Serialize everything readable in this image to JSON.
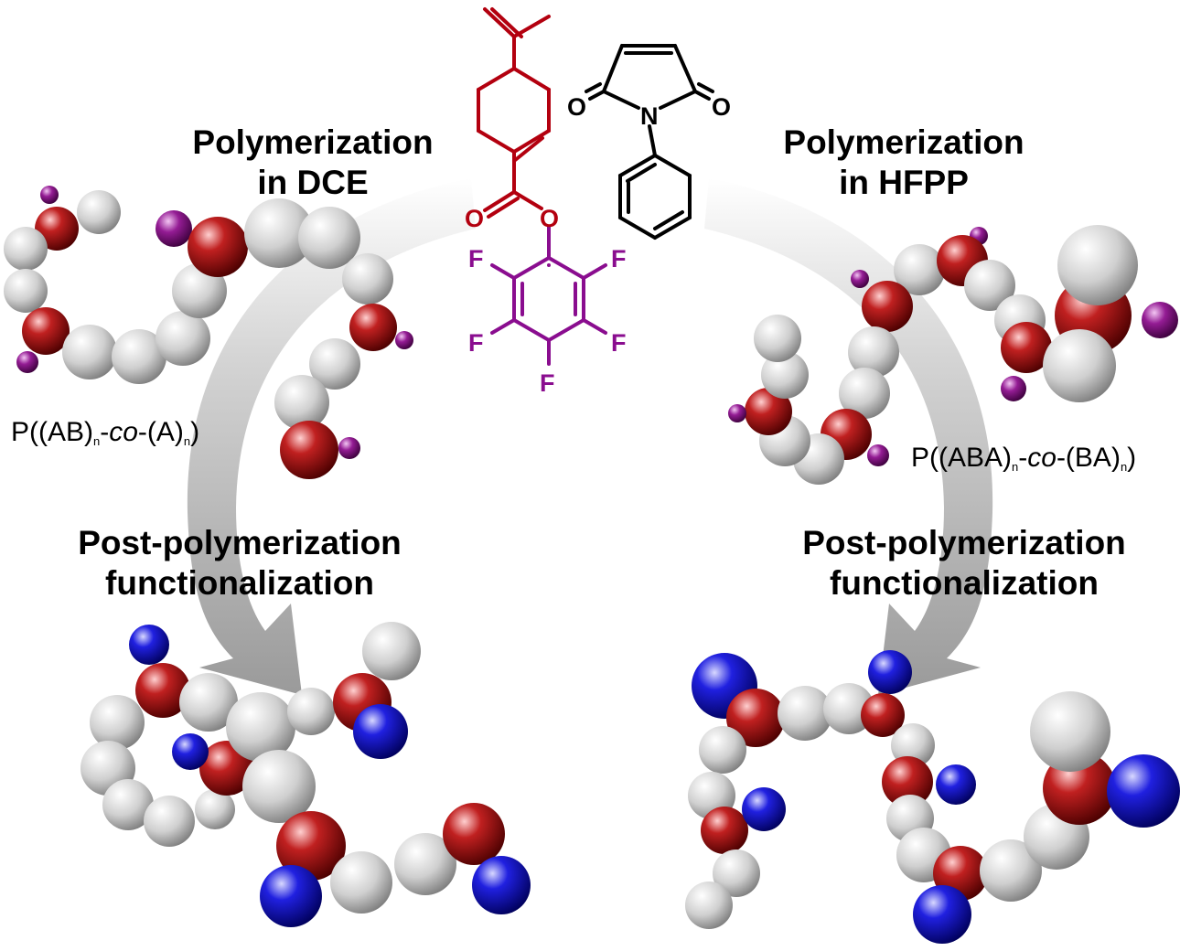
{
  "left": {
    "heading_line1": "Polymerization",
    "heading_line2": "in DCE",
    "formula_prefix": "P((AB)",
    "formula_sub1": "n",
    "formula_mid": "-",
    "formula_co": "co",
    "formula_mid2": "-(A)",
    "formula_sub2": "n",
    "formula_suffix": ")",
    "post_line1": "Post-polymerization",
    "post_line2": "functionalization"
  },
  "right": {
    "heading_line1": "Polymerization",
    "heading_line2": "in HFPP",
    "formula_prefix": "P((ABA)",
    "formula_sub1": "n",
    "formula_mid": "-",
    "formula_co": "co",
    "formula_mid2": "-(BA)",
    "formula_sub2": "n",
    "formula_suffix": ")",
    "post_line1": "Post-polymerization",
    "post_line2": "functionalization"
  },
  "monomer_a": {
    "atom_o_carbonyl": "O",
    "atom_o_ester": "O",
    "atom_f1": "F",
    "atom_f2": "F",
    "atom_f3": "F",
    "atom_f4": "F",
    "atom_f5": "F"
  },
  "monomer_b": {
    "atom_o_left": "O",
    "atom_o_right": "O",
    "atom_n": "N"
  },
  "colors": {
    "monomer_a_core": "#b3000f",
    "pentafluorophenyl": "#8a0d8f",
    "monomer_b": "#000000",
    "bead_grey": "#d9d9d9",
    "bead_red": "#b01818",
    "bead_purple": "#8a1a8a",
    "bead_blue": "#1a1acc",
    "arrow": "#c8c8c8"
  }
}
